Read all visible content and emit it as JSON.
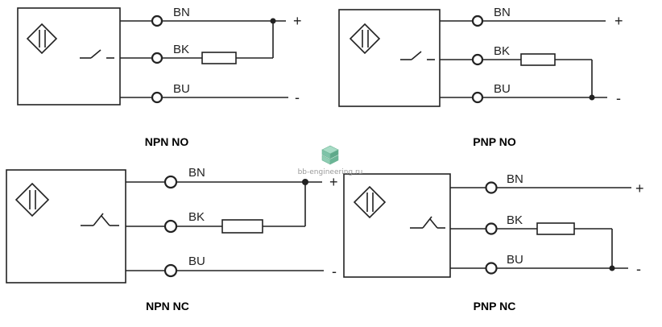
{
  "diagrams": [
    {
      "caption": "NPN NO",
      "wires": {
        "top": "BN",
        "mid": "BK",
        "bot": "BU"
      },
      "plus": "+",
      "minus": "-"
    },
    {
      "caption": "PNP NO",
      "wires": {
        "top": "BN",
        "mid": "BK",
        "bot": "BU"
      },
      "plus": "+",
      "minus": "-"
    },
    {
      "caption": "NPN NC",
      "wires": {
        "top": "BN",
        "mid": "BK",
        "bot": "BU"
      },
      "plus": "+",
      "minus": "-"
    },
    {
      "caption": "PNP NC",
      "wires": {
        "top": "BN",
        "mid": "BK",
        "bot": "BU"
      },
      "plus": "+",
      "minus": "-"
    }
  ],
  "watermark": {
    "text": "bb-engineering.ru",
    "icon": "stacked-layers-icon",
    "icon_color": "#7ec3a8"
  }
}
